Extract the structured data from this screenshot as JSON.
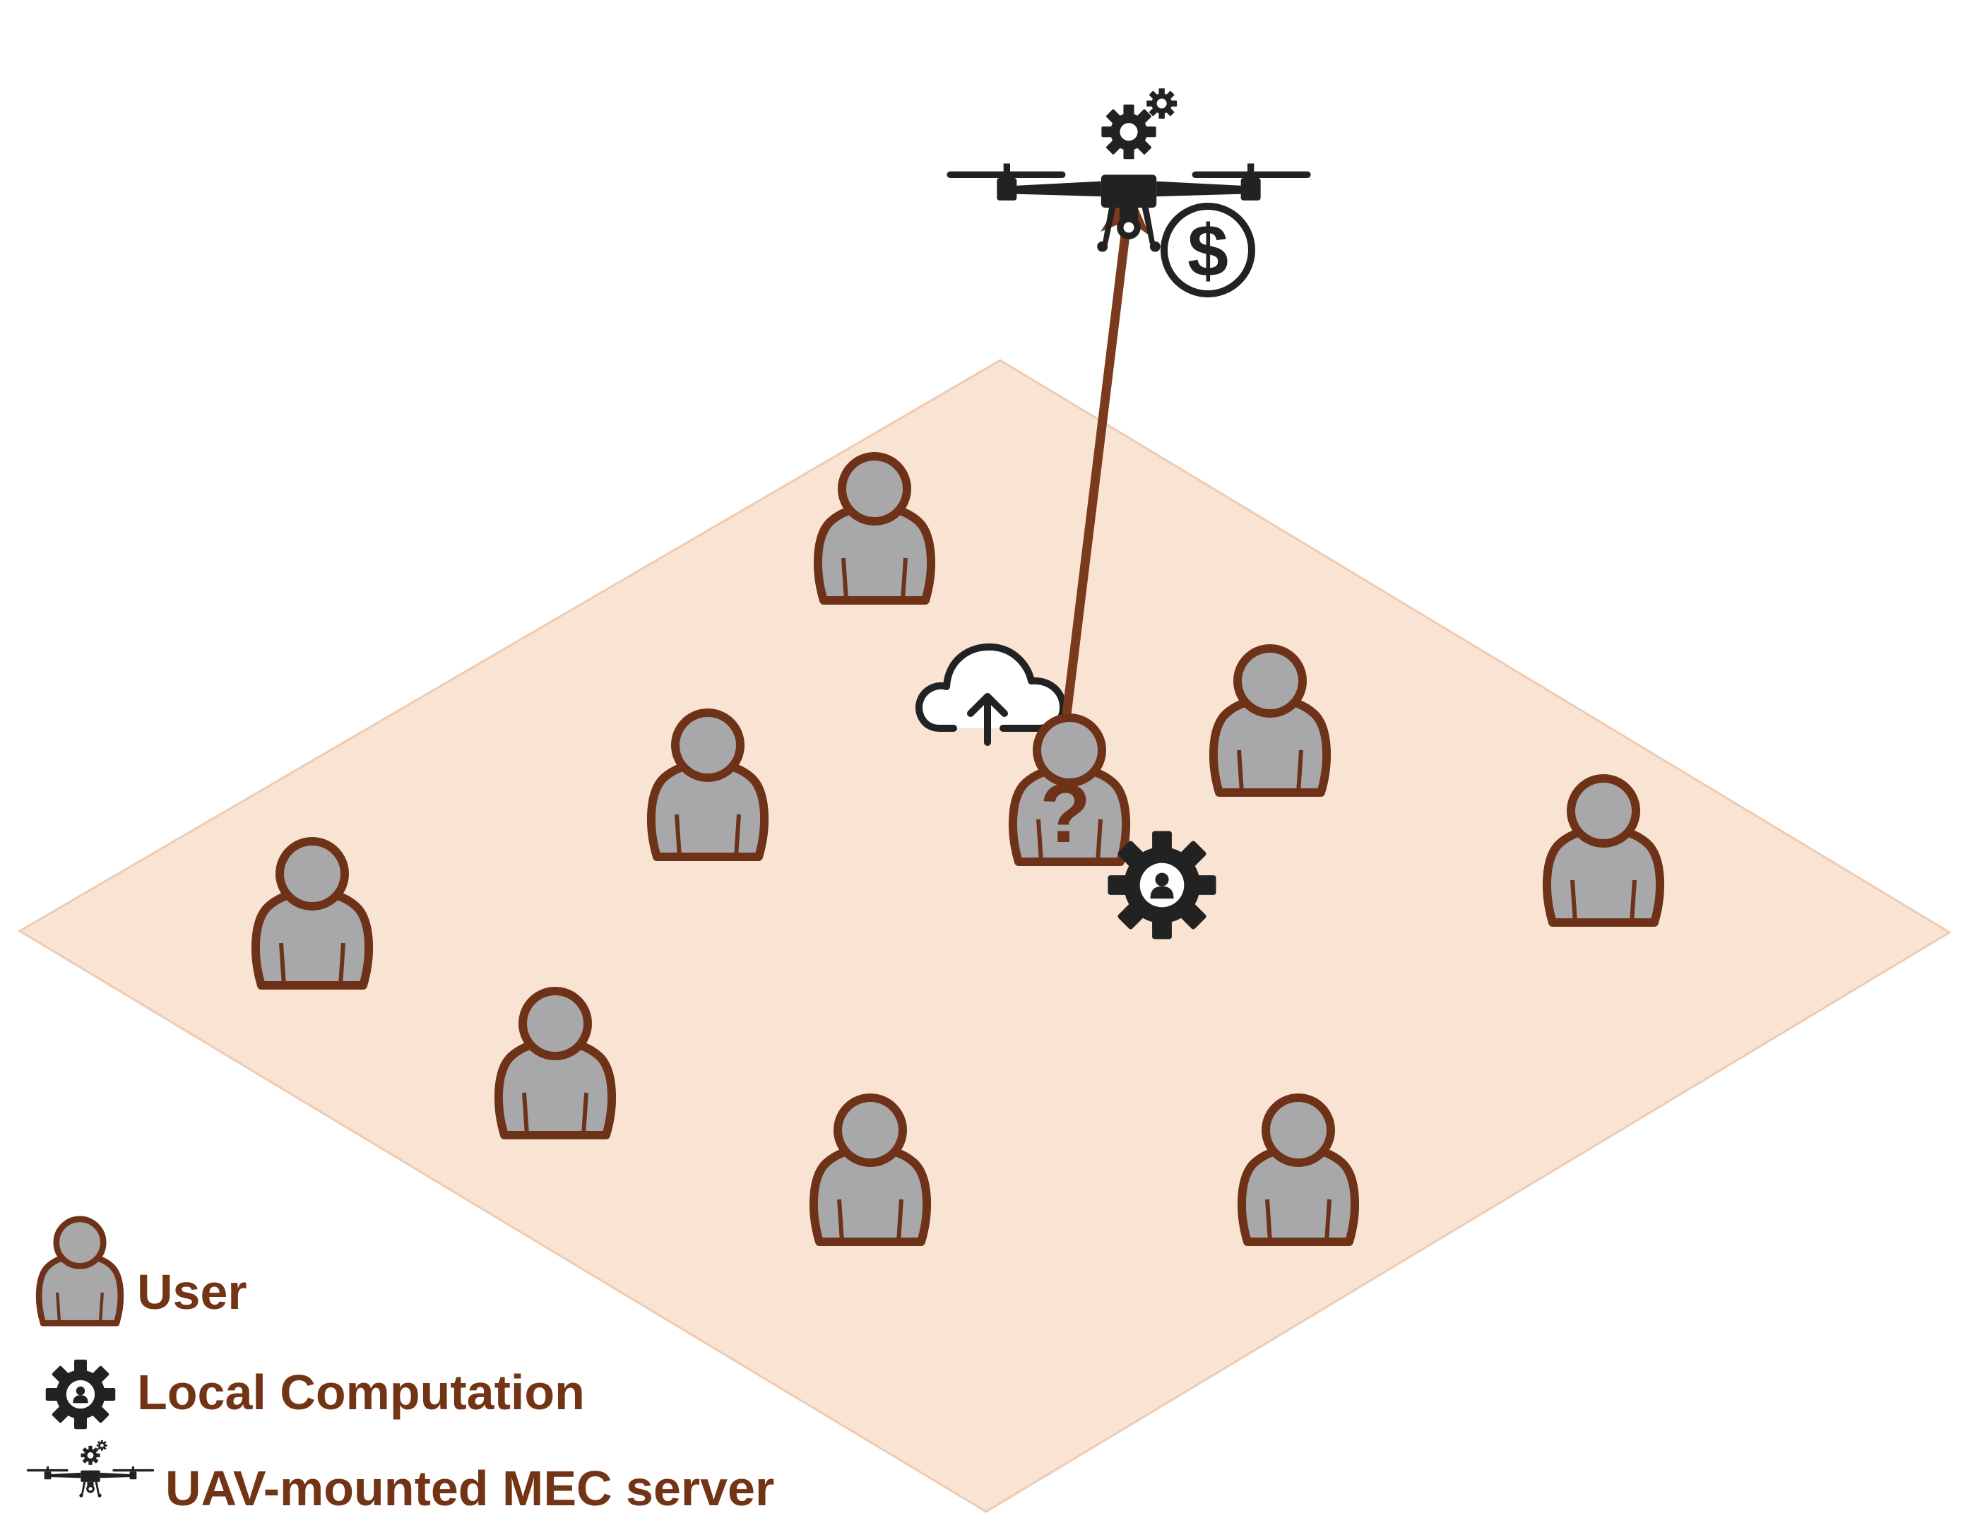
{
  "colors": {
    "plane_fill": "#f9e4d4",
    "user_fill": "#a8a8aa",
    "user_stroke": "#6e3219",
    "link_arrow": "#7a3a1c",
    "icon_dark": "#222222",
    "label_text": "#733415"
  },
  "diagram": {
    "requesting_user_mark": "?",
    "cost_symbol": "$",
    "icons": [
      "uav-icon",
      "dollar-icon",
      "cloud-upload-icon",
      "local-computation-icon",
      "user-icon"
    ]
  },
  "legend": {
    "user": "User",
    "local_computation": "Local Computation",
    "uav_server": "UAV-mounted MEC server"
  }
}
